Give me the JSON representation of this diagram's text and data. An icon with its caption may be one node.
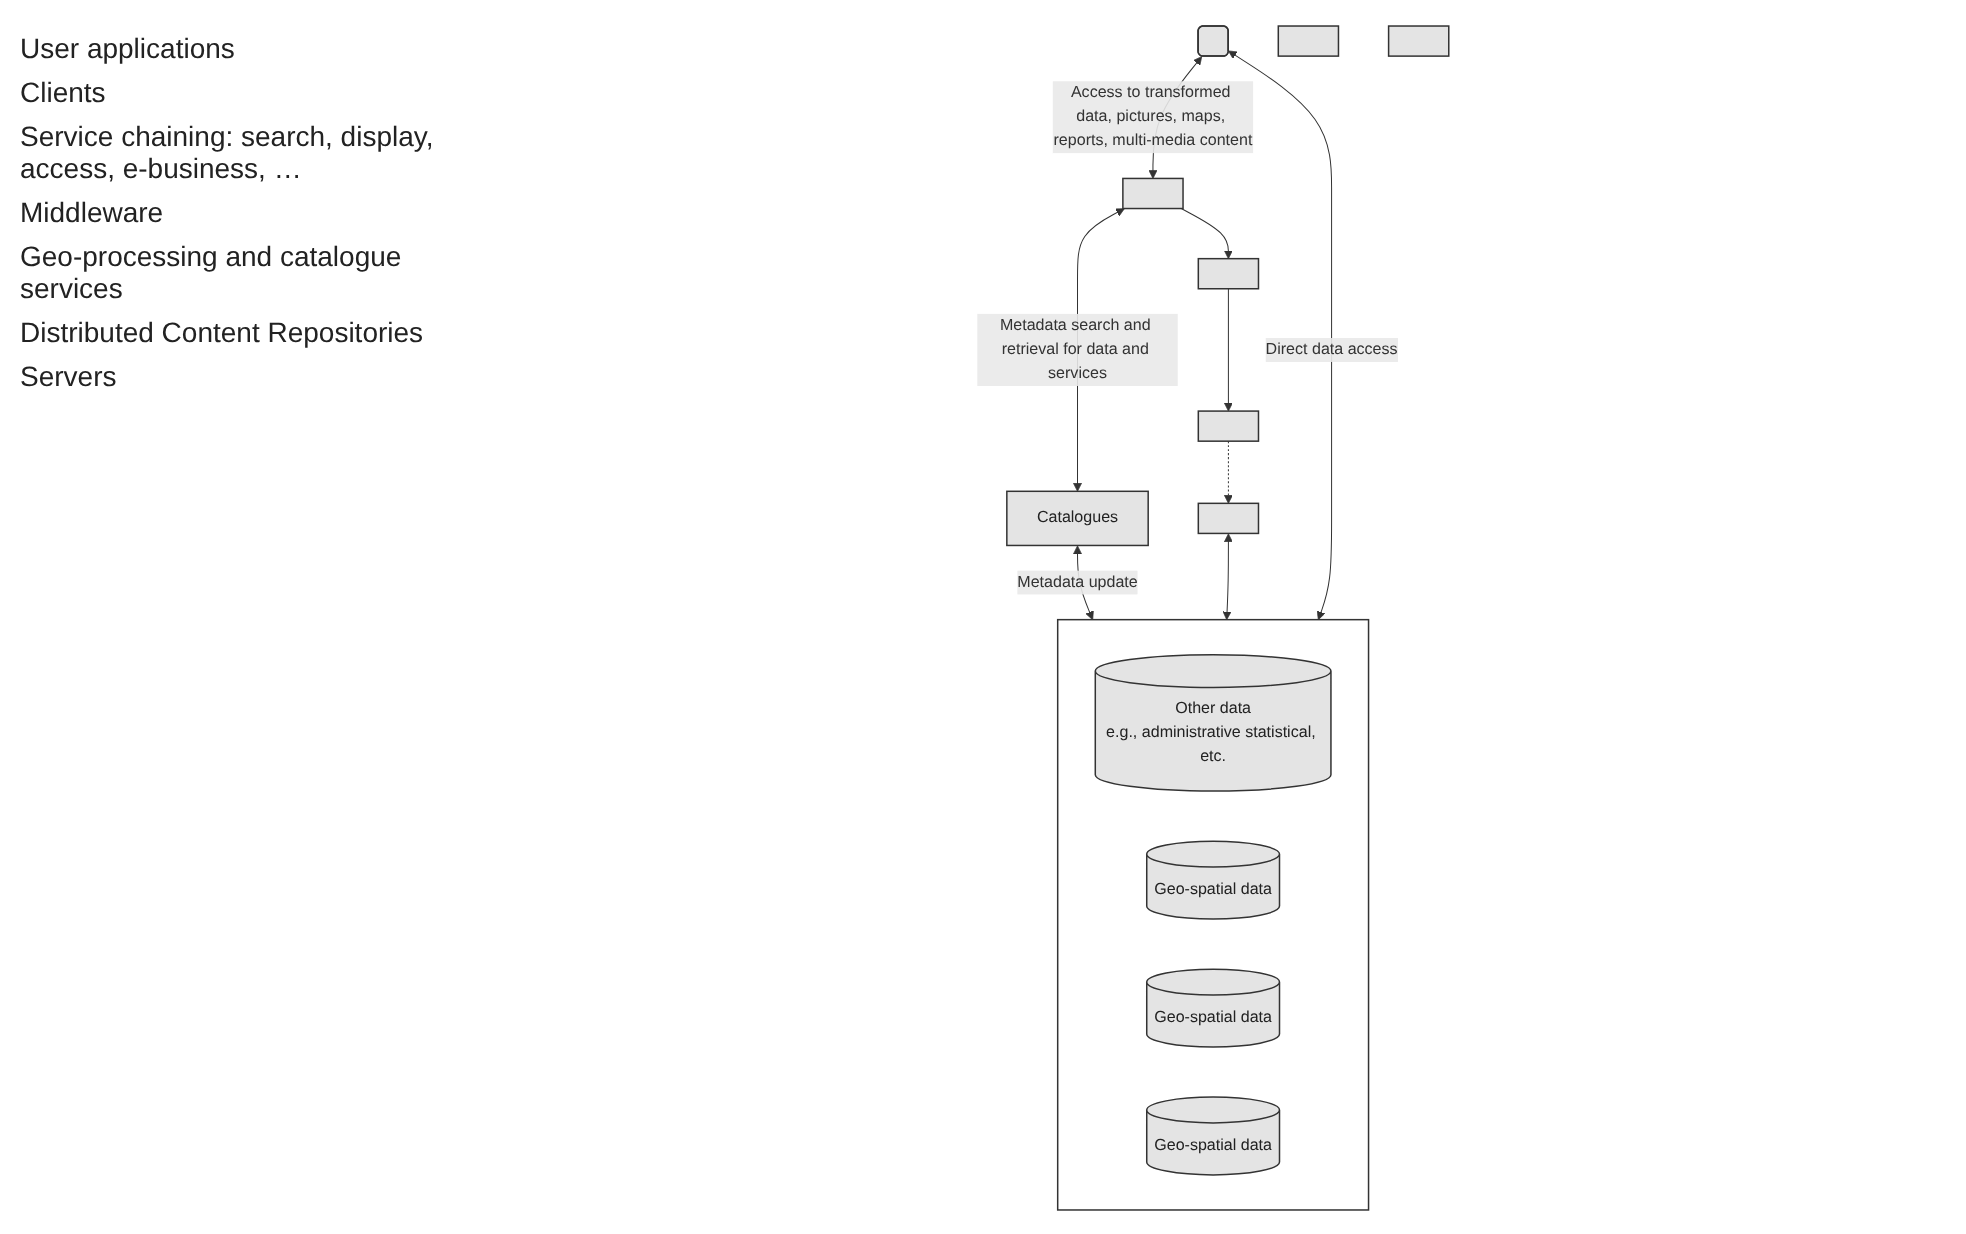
{
  "diagram": {
    "nodes": [
      {
        "text": [],
        "shape": "box"
      },
      {
        "text": [],
        "shape": "box"
      },
      {
        "text": [],
        "shape": "box"
      },
      {
        "text": [],
        "shape": "box"
      },
      {
        "text": [],
        "shape": "box"
      },
      {
        "text": [],
        "shape": "box"
      },
      {
        "text": [],
        "shape": "box"
      },
      {
        "text": [
          "Catalogues"
        ]
      },
      {
        "text": [],
        "shape": "box"
      },
      {
        "text": [
          "Other data",
          "e.g., administrative statistical, etc."
        ],
        "in": 8
      },
      {
        "text": [
          "Geo-spatial data"
        ],
        "in": 8
      },
      {
        "text": [
          "Geo-spatial data"
        ],
        "in": 8
      },
      {
        "text": [
          "Geo-spatial data"
        ],
        "in": 8
      }
    ],
    "edges": [
      {
        "from": 0,
        "to": 1,
        "arrow": "both",
        "label": "Access to transformed data, pictures, maps, reports, multi-media content"
      },
      {
        "from": 1,
        "to": 2,
        "arrow": "to"
      },
      {
        "from": 2,
        "to": 3,
        "arrow": "to"
      },
      {
        "from": 3,
        "to": 4,
        "arrow": "to",
        "style": "dashed"
      },
      {
        "from": 1,
        "to": 7,
        "arrow": "both",
        "label": "Metadata search and retrieval for data and services"
      },
      {
        "from": 7,
        "to": 8,
        "arrow": "both",
        "label": "Metadata update"
      },
      {
        "from": 4,
        "to": 8,
        "arrow": "both"
      },
      {
        "from": 0,
        "to": 8,
        "arrow": "both",
        "label": "Direct data access"
      }
    ],
    "labels": [
      "User applications",
      "Clients",
      "Service chaining: search, display, access, e-business, …",
      "Middleware",
      "Geo-processing and catalogue services",
      "Distributed Content Repositories",
      "Servers"
    ]
  }
}
